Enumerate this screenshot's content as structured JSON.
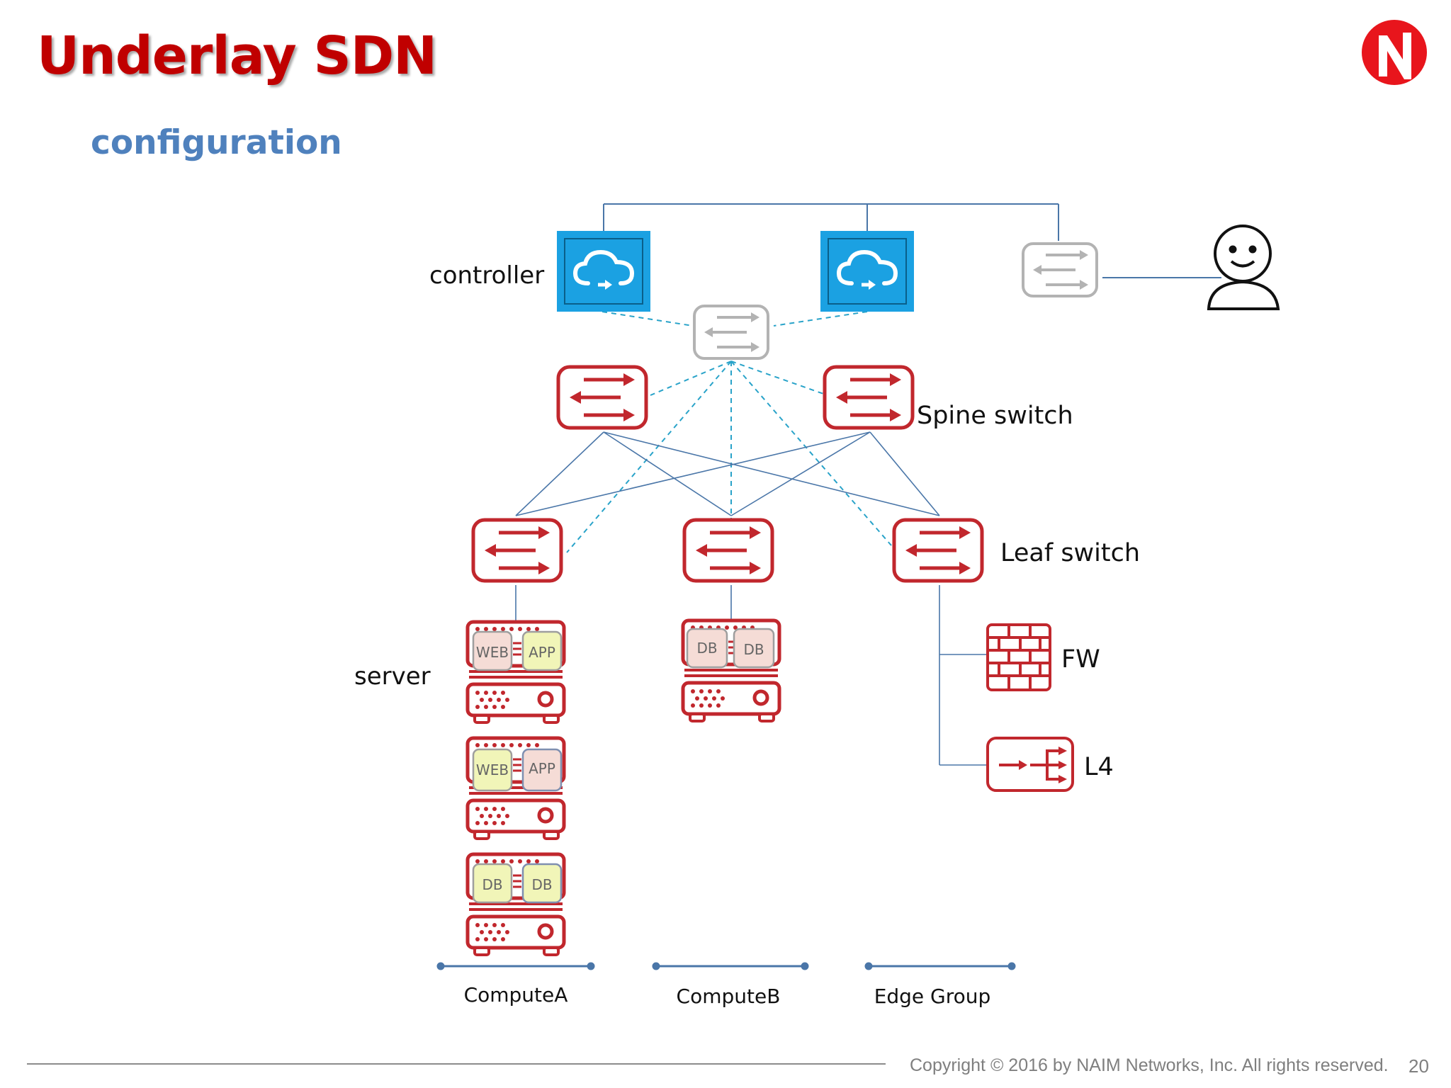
{
  "slide": {
    "title": "Underlay SDN",
    "subtitle": "configuration",
    "copyright": "Copyright © 2016 by NAIM Networks, Inc. All rights reserved.",
    "page_number": "20"
  },
  "logo": {
    "letter": "N",
    "color": "#e8151c"
  },
  "colors": {
    "switch_red": "#c1272d",
    "controller_blue": "#1ba1e2",
    "mgmt_gray": "#b3b3b3",
    "link_blue": "#4a76a8",
    "control_dash": "#29a3c9",
    "vm_green": "#f1f5b8",
    "vm_pink": "#f5dcd6"
  },
  "diagram": {
    "labels": {
      "controller": "controller",
      "spine": "Spine switch",
      "leaf": "Leaf switch",
      "server": "server",
      "fw": "FW",
      "l4": "L4"
    },
    "vms": {
      "computeA_server1": [
        "WEB",
        "APP"
      ],
      "computeA_server2": [
        "WEB",
        "APP"
      ],
      "computeA_server3": [
        "DB",
        "DB"
      ],
      "computeB_server1": [
        "DB",
        "DB"
      ]
    },
    "groups": [
      "ComputeA",
      "ComputeB",
      "Edge Group"
    ]
  }
}
